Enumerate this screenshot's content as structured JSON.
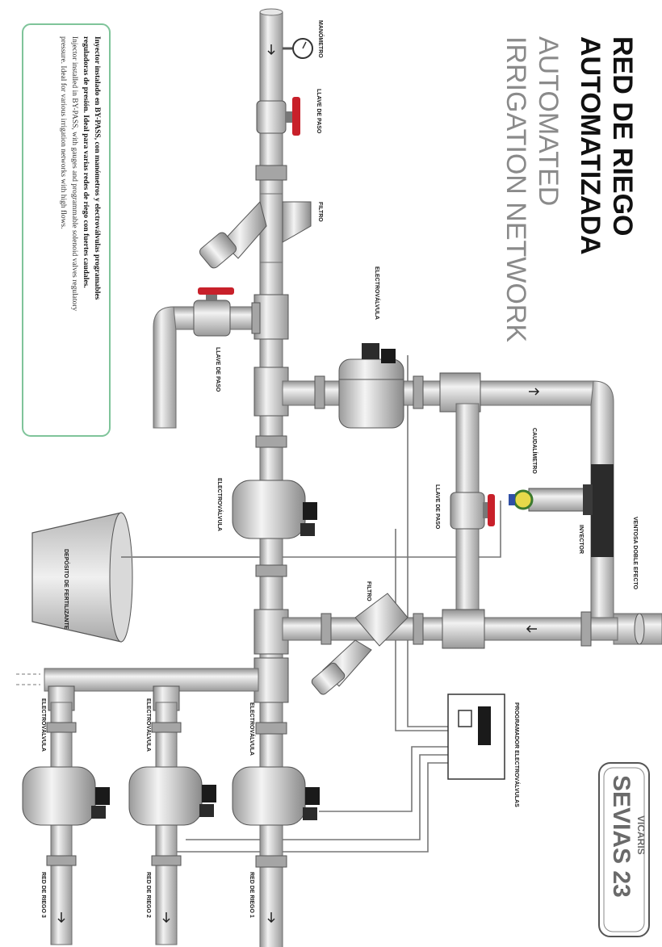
{
  "title": {
    "line1": "RED DE RIEGO",
    "line2": "AUTOMATIZADA",
    "line3": "AUTOMATED",
    "line4": "IRRIGATION NETWORK"
  },
  "note": {
    "line1": "Inyector instalado en BY-PASS, con manómetros y electroválvulas programables",
    "line2": "reguladoras de presión. Ideal para varias redes de riego con fuertes caudales.",
    "line3": "Injector installed in BY-PASS, with gauges and programmable solenoid valves regulatory",
    "line4": "pressure. Ideal for various irrigation networks with high flows."
  },
  "labels": {
    "manometro": "MANÓMETRO",
    "llave_paso_top": "LLAVE DE PASO",
    "filtro_top": "FILTRO",
    "llave_paso_mid": "LLAVE DE PASO",
    "electrovalvula_top": "ELECTROVÁLVULA",
    "electrovalvula_mid": "ELECTROVÁLVULA",
    "caudalimetro": "CAUDALÍMETRO",
    "llave_paso_bypass": "LLAVE DE PASO",
    "inyector": "INYECTOR",
    "ventosa": "VENTOSA DOBLE EFECTO",
    "deposito": "DEPÓSITO DE FERTILIZANTE",
    "filtro_low": "FILTRO",
    "programador": "PROGRAMADOR ELECTROVÁLVULAS",
    "ev_1": "ELECTROVÁLVULA",
    "ev_2": "ELECTROVÁLVULA",
    "ev_3": "ELECTROVÁLVULA",
    "red_1": "RED DE RIEGO 1",
    "red_2": "RED DE RIEGO 2",
    "red_3": "RED DE RIEGO 3"
  },
  "logo": {
    "brand": "SEVIAS 23",
    "sub": "VICARIS"
  },
  "colors": {
    "pipe": "#d6d6d6",
    "pipe_edge": "#6d6d6d",
    "valve_handle": "#c8202a",
    "injector": "#2b2b2b",
    "note_border": "#7fc49a"
  }
}
